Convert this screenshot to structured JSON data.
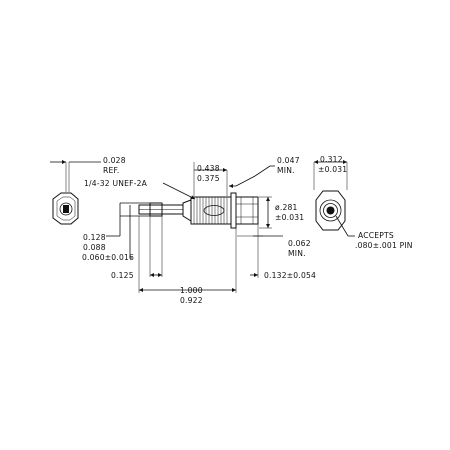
{
  "labels": {
    "end_dim": "0.028",
    "end_ref": "REF.",
    "thread": "1/4-32 UNEF-2A",
    "len_max": "0.438",
    "len_min": "0.375",
    "flange_val": "0.047",
    "flange_min": "MIN.",
    "hex_dim": "0.312",
    "hex_tol": "±0.031",
    "dia_val": "ø.281",
    "dia_tol": "±0.031",
    "nut_val": "0.062",
    "nut_min": "MIN.",
    "accepts_1": "ACCEPTS",
    "accepts_2": ".080±.001 PIN",
    "tail_max": "0.128",
    "tail_min": "0.088",
    "tail_thk": "0.060±0.016",
    "term": "0.125",
    "overall_max": "1.000",
    "overall_min": "0.922",
    "rear": "0.132±0.054"
  }
}
